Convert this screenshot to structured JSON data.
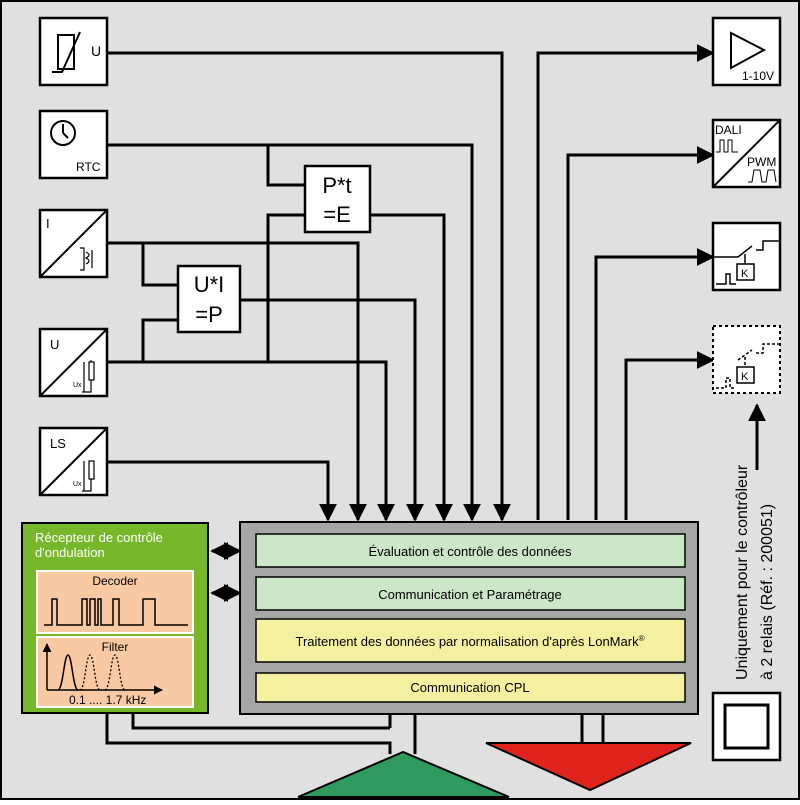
{
  "diagram": {
    "sensors": {
      "voltage_sensor_label": "U",
      "rtc_label": "RTC",
      "current_label": "I",
      "voltage_label": "U",
      "ls_label": "LS",
      "ux_label": "Ux"
    },
    "calc_energy": {
      "line1": "P*t",
      "line2": "=E"
    },
    "calc_power": {
      "line1": "U*I",
      "line2": "=P"
    },
    "outputs": {
      "analog_label": "1-10V",
      "dali_label": "DALI",
      "pwm_label": "PWM",
      "relay_label": "K",
      "relay_optional_label": "K"
    },
    "ripple_receiver": {
      "title_line1": "Récepteur de contrôle",
      "title_line2": "d'ondulation",
      "decoder_label": "Decoder",
      "filter_label": "Filter",
      "frequency_label": "0.1 .... 1.7 kHz"
    },
    "processor": {
      "layer1": "Évaluation et contrôle des données",
      "layer2": "Communication et Paramétrage",
      "layer3": "Traitement des données par normalisation d'après LonMark",
      "layer3_sup": "®",
      "layer4": "Communication CPL"
    },
    "note": {
      "line1": "Uniquement pour le contrôleur",
      "line2": "à 2 relais (Réf. : 200051)"
    },
    "colors": {
      "background": "#e0e0e0",
      "ripple_green": "#77b82a",
      "ripple_inner": "#f8c9a2",
      "layer_green": "#cce6c8",
      "layer_yellow": "#f5f0a0",
      "processor_frame": "#a6a6a6",
      "triangle_green": "#2e9a5e",
      "triangle_red": "#e0231c"
    }
  }
}
